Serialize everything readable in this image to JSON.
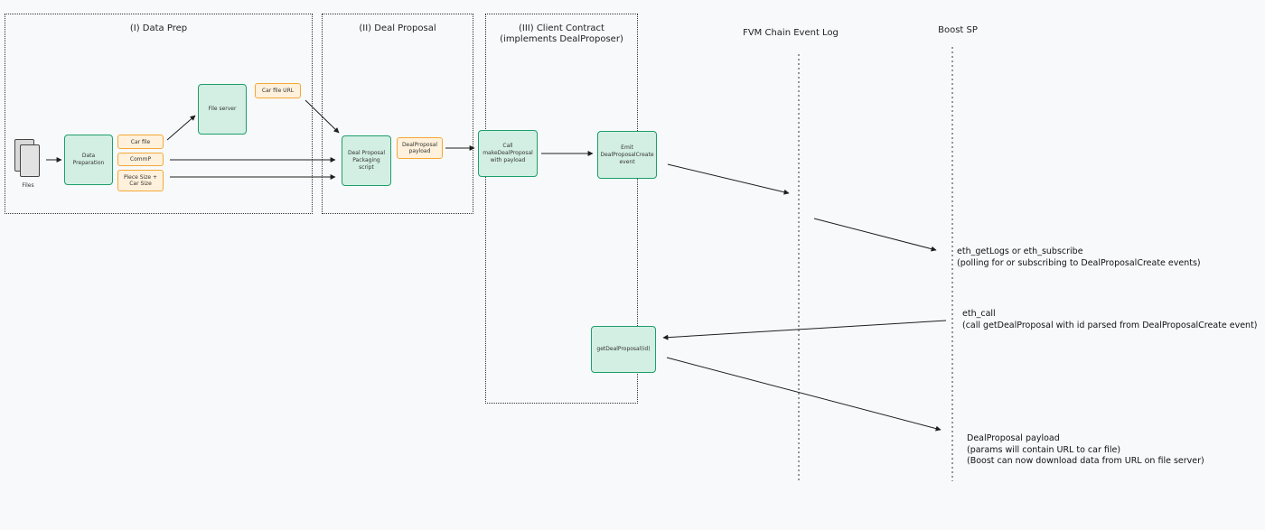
{
  "regions": {
    "data_prep": "(I) Data Prep",
    "deal_proposal": "(II) Deal Proposal",
    "client_contract": "(III) Client Contract\n(implements DealProposer)"
  },
  "lanes": {
    "fvm": "FVM Chain Event Log",
    "boost": "Boost SP"
  },
  "nodes": {
    "files": "Files",
    "data_preparation": "Data Preparation",
    "file_server": "File server",
    "packaging_script": "Deal Proposal Packaging script",
    "call_make": "Call makeDealProposal with payload",
    "emit": "Emit DealProposalCreate event",
    "get_deal_proposal": "getDealProposal(id)"
  },
  "tags": {
    "car_file_url": "Car file URL",
    "car_file": "Car file",
    "commp": "CommP",
    "piece_size": "Piece Size + Car Size",
    "payload": "DealProposal payload"
  },
  "notes": {
    "eth_getlogs": "eth_getLogs or eth_subscribe\n(polling for or subscribing to DealProposalCreate events)",
    "eth_call": "eth_call\n(call getDealProposal with id parsed from DealProposalCreate event)",
    "deal_payload": "DealProposal payload\n(params will contain URL to car file)\n(Boost can now download data from URL on file server)"
  }
}
